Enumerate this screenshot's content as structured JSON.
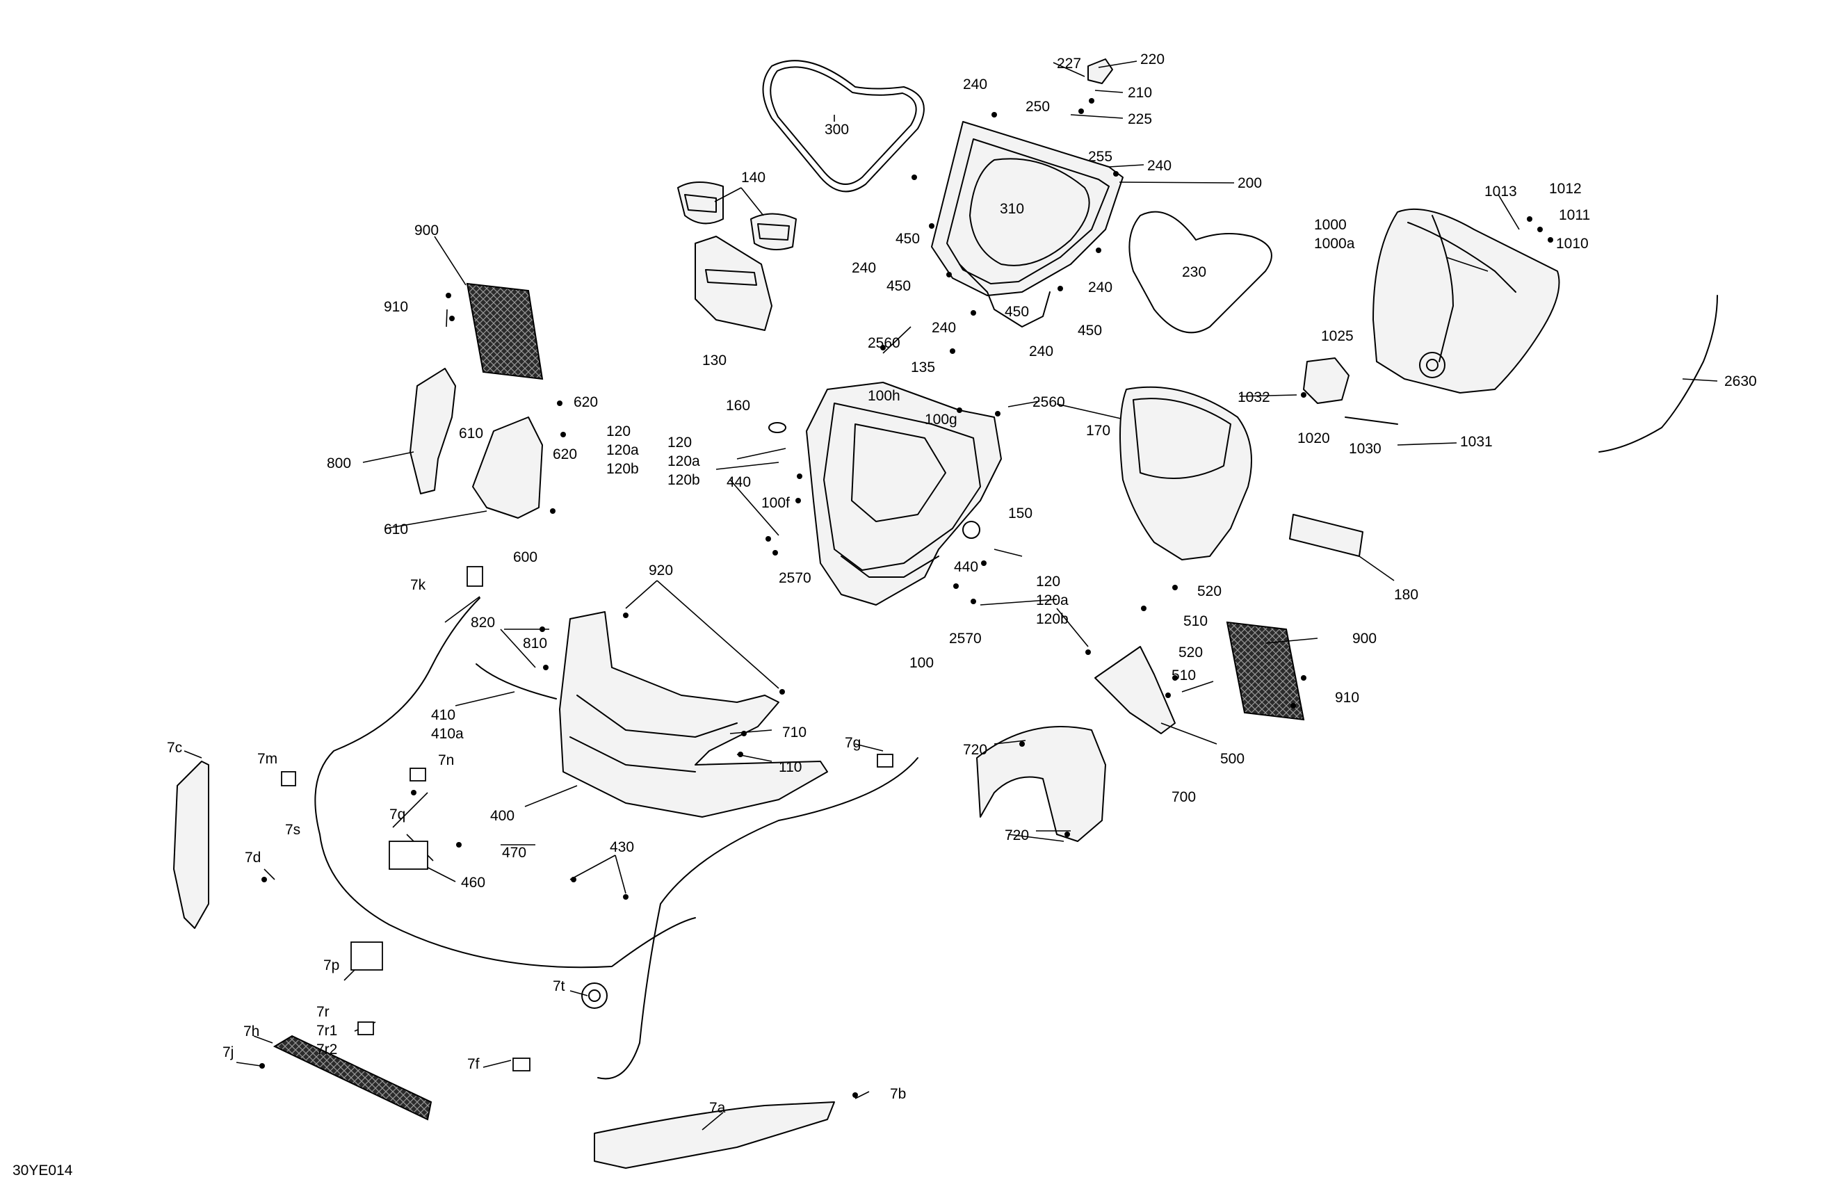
{
  "diagram": {
    "code": "30YE014",
    "labels": [
      {
        "id": "l300",
        "text": "300"
      },
      {
        "id": "l240a",
        "text": "240"
      },
      {
        "id": "l227",
        "text": "227"
      },
      {
        "id": "l220",
        "text": "220"
      },
      {
        "id": "l210",
        "text": "210"
      },
      {
        "id": "l250",
        "text": "250"
      },
      {
        "id": "l225",
        "text": "225"
      },
      {
        "id": "l255",
        "text": "255"
      },
      {
        "id": "l240b",
        "text": "240"
      },
      {
        "id": "l200",
        "text": "200"
      },
      {
        "id": "l140",
        "text": "140"
      },
      {
        "id": "l310",
        "text": "310"
      },
      {
        "id": "l450a",
        "text": "450"
      },
      {
        "id": "l240c",
        "text": "240"
      },
      {
        "id": "l450b",
        "text": "450"
      },
      {
        "id": "l240d",
        "text": "240"
      },
      {
        "id": "l450c",
        "text": "450"
      },
      {
        "id": "l240e",
        "text": "240"
      },
      {
        "id": "l240f",
        "text": "240"
      },
      {
        "id": "l450d",
        "text": "450"
      },
      {
        "id": "l230",
        "text": "230"
      },
      {
        "id": "l1013",
        "text": "1013"
      },
      {
        "id": "l1012",
        "text": "1012"
      },
      {
        "id": "l1011",
        "text": "1011"
      },
      {
        "id": "l1010",
        "text": "1010"
      },
      {
        "id": "l1000",
        "text": "1000"
      },
      {
        "id": "l1000a",
        "text": "1000a"
      },
      {
        "id": "l900a",
        "text": "900"
      },
      {
        "id": "l910a",
        "text": "910"
      },
      {
        "id": "l130",
        "text": "130"
      },
      {
        "id": "l2560a",
        "text": "2560"
      },
      {
        "id": "l135",
        "text": "135"
      },
      {
        "id": "l1025",
        "text": "1025"
      },
      {
        "id": "l2630",
        "text": "2630"
      },
      {
        "id": "l100h",
        "text": "100h"
      },
      {
        "id": "l100g",
        "text": "100g"
      },
      {
        "id": "l2560b",
        "text": "2560"
      },
      {
        "id": "l1032",
        "text": "1032"
      },
      {
        "id": "l620a",
        "text": "620"
      },
      {
        "id": "l160",
        "text": "160"
      },
      {
        "id": "l170",
        "text": "170"
      },
      {
        "id": "l1020",
        "text": "1020"
      },
      {
        "id": "l1030",
        "text": "1030"
      },
      {
        "id": "l1031",
        "text": "1031"
      },
      {
        "id": "l610a",
        "text": "610"
      },
      {
        "id": "l120a_1",
        "text": "120"
      },
      {
        "id": "l120a_2",
        "text": "120a"
      },
      {
        "id": "l120a_3",
        "text": "120b"
      },
      {
        "id": "l120b_1",
        "text": "120"
      },
      {
        "id": "l120b_2",
        "text": "120a"
      },
      {
        "id": "l120b_3",
        "text": "120b"
      },
      {
        "id": "l800",
        "text": "800"
      },
      {
        "id": "l620b",
        "text": "620"
      },
      {
        "id": "l440a",
        "text": "440"
      },
      {
        "id": "l100f",
        "text": "100f"
      },
      {
        "id": "l150",
        "text": "150"
      },
      {
        "id": "l610b",
        "text": "610"
      },
      {
        "id": "l600",
        "text": "600"
      },
      {
        "id": "l2570a",
        "text": "2570"
      },
      {
        "id": "l440b",
        "text": "440"
      },
      {
        "id": "l180",
        "text": "180"
      },
      {
        "id": "l920",
        "text": "920"
      },
      {
        "id": "l7k",
        "text": "7k"
      },
      {
        "id": "l120c_1",
        "text": "120"
      },
      {
        "id": "l120c_2",
        "text": "120a"
      },
      {
        "id": "l120c_3",
        "text": "120b"
      },
      {
        "id": "l520a",
        "text": "520"
      },
      {
        "id": "l510a",
        "text": "510"
      },
      {
        "id": "l2570b",
        "text": "2570"
      },
      {
        "id": "l820",
        "text": "820"
      },
      {
        "id": "l810",
        "text": "810"
      },
      {
        "id": "l100",
        "text": "100"
      },
      {
        "id": "l900b",
        "text": "900"
      },
      {
        "id": "l520b",
        "text": "520"
      },
      {
        "id": "l510b",
        "text": "510"
      },
      {
        "id": "l910b",
        "text": "910"
      },
      {
        "id": "l410",
        "text": "410"
      },
      {
        "id": "l410a",
        "text": "410a"
      },
      {
        "id": "l710",
        "text": "710"
      },
      {
        "id": "l7c",
        "text": "7c"
      },
      {
        "id": "l7m",
        "text": "7m"
      },
      {
        "id": "l7n",
        "text": "7n"
      },
      {
        "id": "l7g",
        "text": "7g"
      },
      {
        "id": "l500",
        "text": "500"
      },
      {
        "id": "l720a",
        "text": "720"
      },
      {
        "id": "l110",
        "text": "110"
      },
      {
        "id": "l700",
        "text": "700"
      },
      {
        "id": "l7q",
        "text": "7q"
      },
      {
        "id": "l400",
        "text": "400"
      },
      {
        "id": "l7s",
        "text": "7s"
      },
      {
        "id": "l470",
        "text": "470"
      },
      {
        "id": "l720b",
        "text": "720"
      },
      {
        "id": "l430",
        "text": "430"
      },
      {
        "id": "l7d",
        "text": "7d"
      },
      {
        "id": "l460",
        "text": "460"
      },
      {
        "id": "l7p",
        "text": "7p"
      },
      {
        "id": "l7t",
        "text": "7t"
      },
      {
        "id": "l7r",
        "text": "7r"
      },
      {
        "id": "l7r1",
        "text": "7r1"
      },
      {
        "id": "l7r2",
        "text": "7r2"
      },
      {
        "id": "l7h",
        "text": "7h"
      },
      {
        "id": "l7j",
        "text": "7j"
      },
      {
        "id": "l7f",
        "text": "7f"
      },
      {
        "id": "l7a",
        "text": "7a"
      },
      {
        "id": "l7b",
        "text": "7b"
      }
    ]
  }
}
